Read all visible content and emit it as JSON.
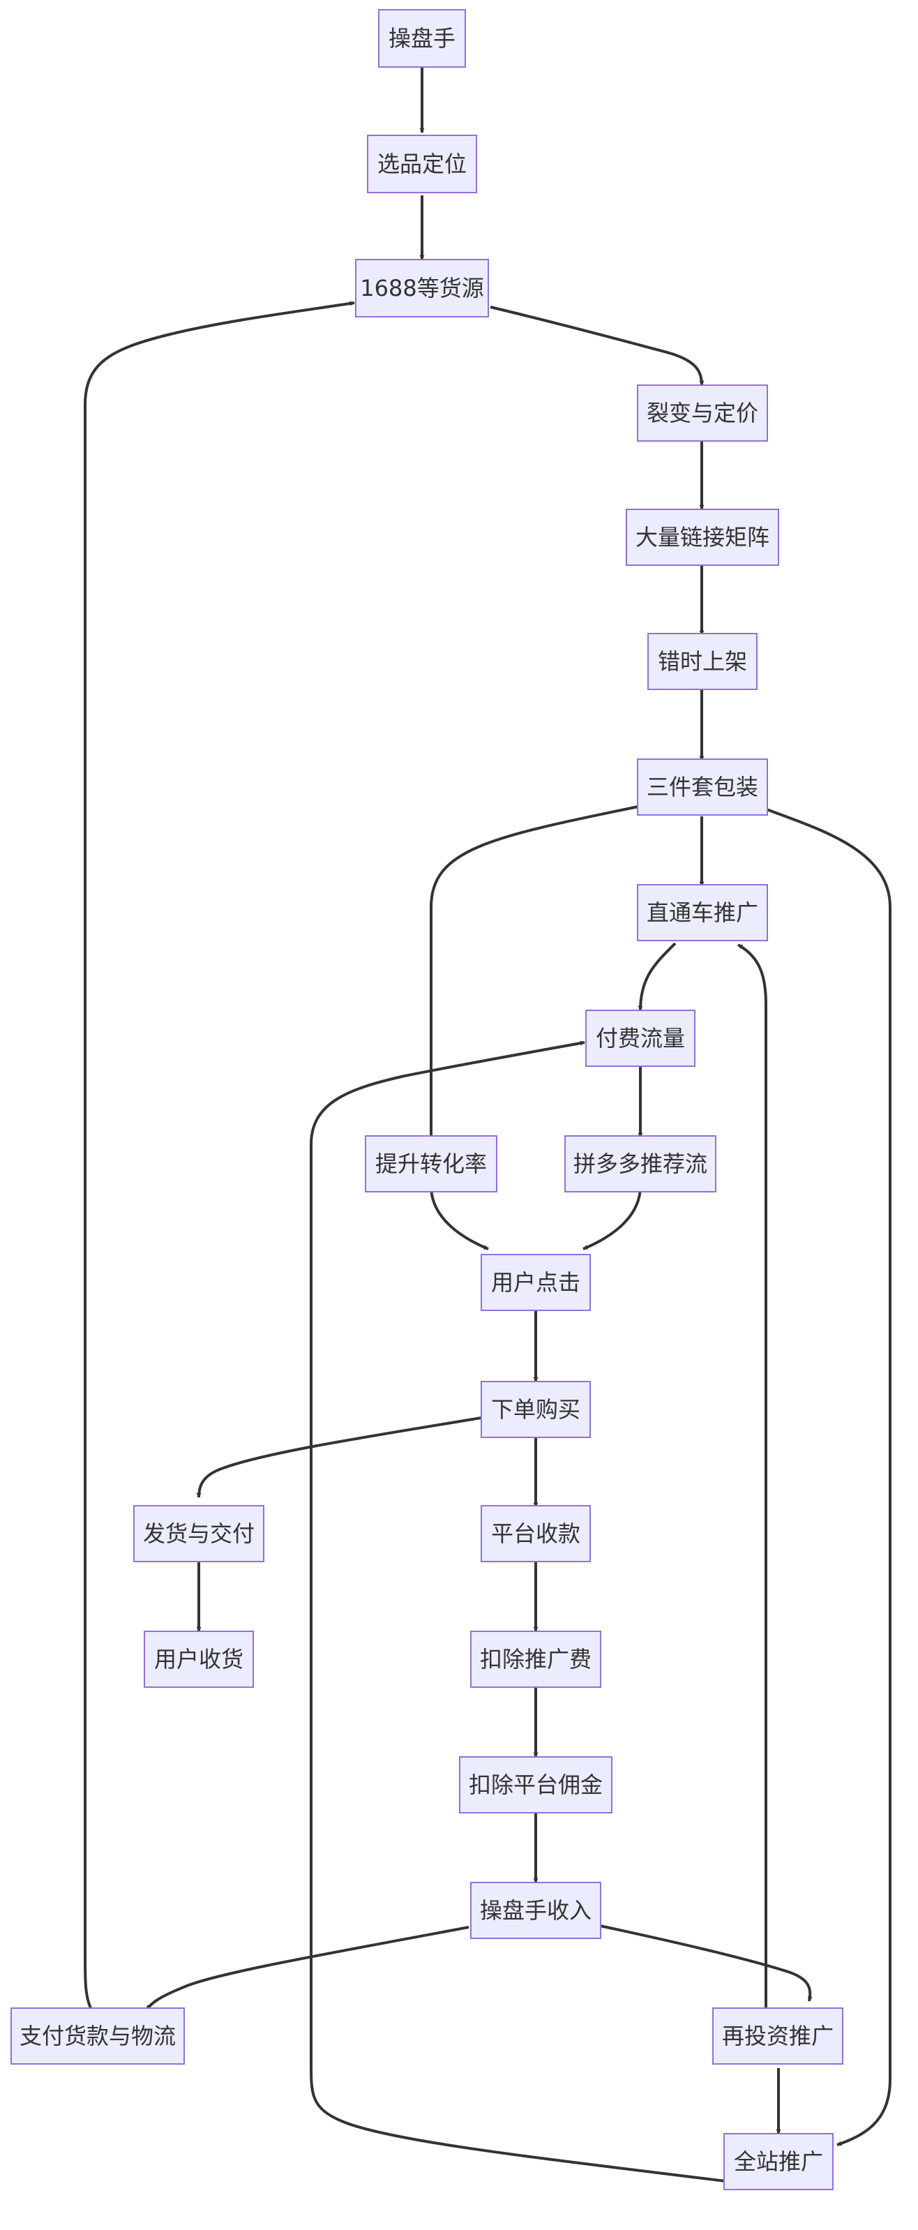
{
  "colors": {
    "node_fill": "#ECECFF",
    "node_stroke": "#9370DB",
    "edge": "#333333",
    "text": "#333333"
  },
  "nodes": {
    "n1": "操盘手",
    "n2": "选品定位",
    "n3": "1688等货源",
    "n4": "裂变与定价",
    "n5": "大量链接矩阵",
    "n6": "错时上架",
    "n7": "三件套包装",
    "n8": "直通车推广",
    "n9": "付费流量",
    "n10": "提升转化率",
    "n11": "拼多多推荐流",
    "n12": "用户点击",
    "n13": "下单购买",
    "n14": "发货与交付",
    "n15": "平台收款",
    "n16": "用户收货",
    "n17": "扣除推广费",
    "n18": "扣除平台佣金",
    "n19": "操盘手收入",
    "n20": "支付货款与物流",
    "n21": "再投资推广",
    "n22": "全站推广"
  }
}
